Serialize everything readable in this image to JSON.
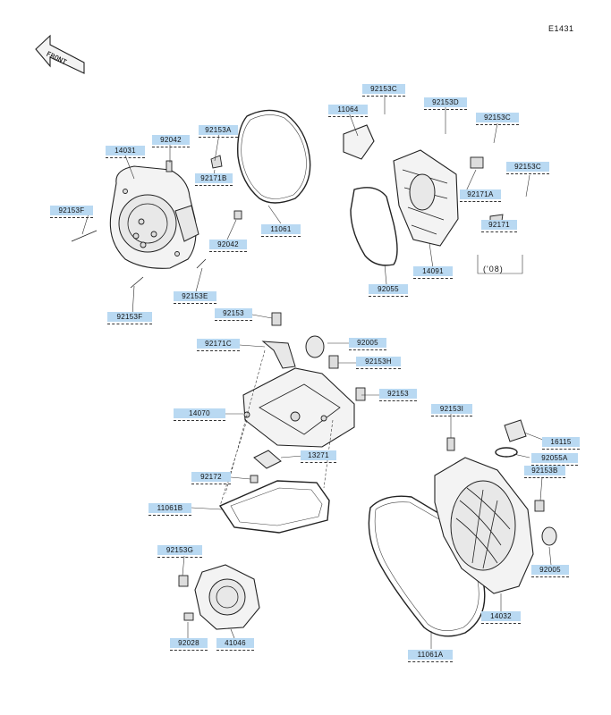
{
  "figure_code": "E1431",
  "front_label": "FRONT",
  "year_note": "('08)",
  "callouts": {
    "c92153C_top": "92153C",
    "c11064": "11064",
    "c92153D": "92153D",
    "c92153C_right": "92153C",
    "c92153C_far": "92153C",
    "c92153A": "92153A",
    "c14031": "14031",
    "c92042_top": "92042",
    "c92171B": "92171B",
    "c11061": "11061",
    "c92153F_left": "92153F",
    "c92042_bot": "92042",
    "c92171A": "92171A",
    "c92171": "92171",
    "c14091": "14091",
    "c92055": "92055",
    "c92153E": "92153E",
    "c92153F_bot": "92153F",
    "c92153_mid": "92153",
    "c92171C": "92171C",
    "c92005": "92005",
    "c92153H": "92153H",
    "c92153_right": "92153",
    "c14070": "14070",
    "c92153I": "92153I",
    "c16115": "16115",
    "c92055A": "92055A",
    "c13271": "13271",
    "c92153B": "92153B",
    "c92172": "92172",
    "c11061B": "11061B",
    "c92153G": "92153G",
    "c92005_low": "92005",
    "c92028": "92028",
    "c41046": "41046",
    "c14032": "14032",
    "c11061A": "11061A"
  }
}
